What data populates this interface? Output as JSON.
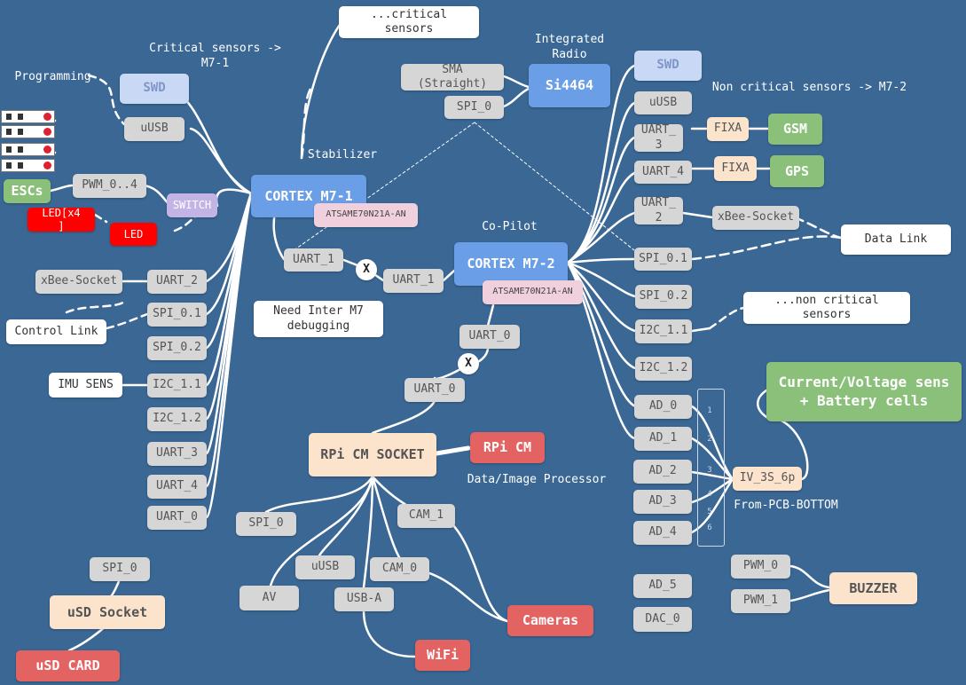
{
  "colors": {
    "background": "#3a6794",
    "wire": "#ffffff",
    "processor_node": "#6a9ee6",
    "port_node": "#d6d6d6",
    "external_module": "#8bc07b",
    "socket": "#fbe3cc",
    "hardware": "#e36262"
  },
  "labels": {
    "critical_sensors": "Critical sensors ->\nM7-1",
    "programming": "Programming",
    "stabilizer": "Stabilizer",
    "integrated_radio": "Integrated\nRadio",
    "non_critical_sensors": "Non critical sensors -> M7-2",
    "co_pilot": "Co-Pilot",
    "data_image_processor": "Data/Image Processor",
    "from_pcb_bottom": "From-PCB-BOTTOM",
    "bracket_ticks": [
      "1",
      "2",
      "3",
      "4",
      "5",
      "6"
    ]
  },
  "notes": {
    "critical_sensors": "...critical\nsensors",
    "non_critical_sensors": "...non critical\nsensors",
    "inter_m7_debug": "Need Inter M7\ndebugging"
  },
  "processors": {
    "m7_1": {
      "name": "CORTEX M7-1",
      "chip": "ATSAME70N21A-AN"
    },
    "m7_2": {
      "name": "CORTEX M7-2",
      "chip": "ATSAME70N21A-AN"
    }
  },
  "radio": {
    "name": "Si4464",
    "sma": "SMA\n(Straight)",
    "spi": "SPI_0"
  },
  "m7_1_ports": {
    "swd": "SWD",
    "usb": "uUSB",
    "pwm": "PWM_0..4",
    "switch": "SWITCH",
    "uart_1": "UART_1",
    "uart_2": "UART_2",
    "spi_0_1": "SPI_0.1",
    "spi_0_2": "SPI_0.2",
    "i2c_1_1": "I2C_1.1",
    "i2c_1_2": "I2C_1.2",
    "uart_3": "UART_3",
    "uart_4": "UART_4",
    "uart_0": "UART_0"
  },
  "m7_1_peripherals": {
    "escs": "ESCs",
    "led_x4": "LED[x4\n]",
    "led": "LED",
    "xbee_socket": "xBee-Socket",
    "control_link": "Control Link",
    "imu_sens": "IMU SENS"
  },
  "m7_2_ports": {
    "swd": "SWD",
    "usb": "uUSB",
    "uart_3": "UART_\n3",
    "uart_4": "UART_4",
    "uart_2": "UART_\n2",
    "uart_1": "UART_1",
    "uart_0": "UART_0",
    "spi_0_1": "SPI_0.1",
    "spi_0_2": "SPI_0.2",
    "i2c_1_1": "I2C_1.1",
    "i2c_1_2": "I2C_1.2",
    "ad_0": "AD_0",
    "ad_1": "AD_1",
    "ad_2": "AD_2",
    "ad_3": "AD_3",
    "ad_4": "AD_4",
    "ad_5": "AD_5",
    "dac_0": "DAC_0",
    "pwm_0": "PWM_0",
    "pwm_1": "PWM_1"
  },
  "m7_2_peripherals": {
    "fixa_gsm": "FIXA",
    "gsm": "GSM",
    "fixa_gps": "FIXA",
    "gps": "GPS",
    "xbee_socket": "xBee-Socket",
    "data_link": "Data Link",
    "iv_connector": "IV_3S_6p",
    "current_voltage": "Current/Voltage sens\n+ Battery cells",
    "buzzer": "BUZZER"
  },
  "crossings": {
    "x1": "X",
    "x2": "X"
  },
  "rpi": {
    "socket": "RPi CM SOCKET",
    "module": "RPi CM",
    "uart_0": "UART_0",
    "spi_0": "SPI_0",
    "av": "AV",
    "usb": "uUSB",
    "usb_a": "USB-A",
    "cam_1": "CAM_1",
    "cam_0": "CAM_0",
    "cameras": "Cameras",
    "wifi": "WiFi"
  },
  "usd": {
    "spi_0": "SPI_0",
    "socket": "uSD Socket",
    "card": "uSD CARD"
  }
}
